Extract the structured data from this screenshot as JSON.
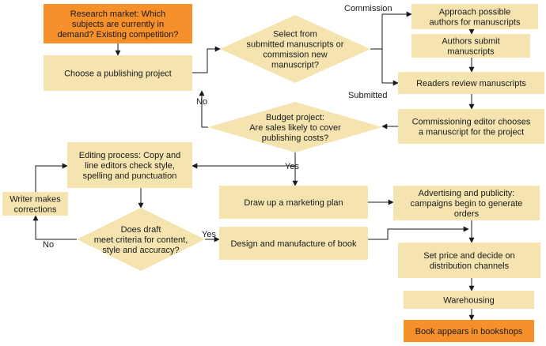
{
  "colors": {
    "box": "#f5e4b0",
    "terminal": "#f5902b",
    "line": "#1a1a1a",
    "text": "#1a1a1a"
  },
  "nodes": {
    "research_market": {
      "lines": [
        "Research market:  Which",
        "subjects are currently in",
        "demand?  Existing competition?"
      ]
    },
    "choose_project": {
      "lines": [
        "Choose a publishing project"
      ]
    },
    "select_manuscripts": {
      "lines": [
        "Select from",
        "submitted manuscripts or",
        "commission new",
        "manuscript?"
      ]
    },
    "approach_authors": {
      "lines": [
        "Approach possible",
        "authors for manuscripts"
      ]
    },
    "authors_submit": {
      "lines": [
        "Authors submit",
        "manuscripts"
      ]
    },
    "readers_review": {
      "lines": [
        "Readers review manuscripts"
      ]
    },
    "commissioning_editor": {
      "lines": [
        "Commissioning editor chooses",
        "a manuscript for the project"
      ]
    },
    "budget_project": {
      "lines": [
        "Budget project:",
        "Are sales likely to cover",
        "publishing costs?"
      ]
    },
    "editing_process": {
      "lines": [
        "Editing process:  Copy and",
        "line editors check style,",
        "spelling and punctuation"
      ]
    },
    "writer_corrections": {
      "lines": [
        "Writer makes",
        "corrections"
      ]
    },
    "draft_criteria": {
      "lines": [
        "Does draft",
        "meet criteria for content,",
        "style and accuracy?"
      ]
    },
    "marketing_plan": {
      "lines": [
        "Draw up a marketing plan"
      ]
    },
    "advertising": {
      "lines": [
        "Advertising and publicity:",
        "campaigns begin to generate",
        "orders"
      ]
    },
    "design_manufacture": {
      "lines": [
        "Design and manufacture of book"
      ]
    },
    "set_price": {
      "lines": [
        "Set price and decide on",
        "distribution channels"
      ]
    },
    "warehousing": {
      "lines": [
        "Warehousing"
      ]
    },
    "bookshops": {
      "lines": [
        "Book appears in bookshops"
      ]
    }
  },
  "edge_labels": {
    "commission": "Commission",
    "submitted": "Submitted",
    "no_budget": "No",
    "yes_budget": "Yes",
    "yes_draft": "Yes",
    "no_draft": "No"
  }
}
